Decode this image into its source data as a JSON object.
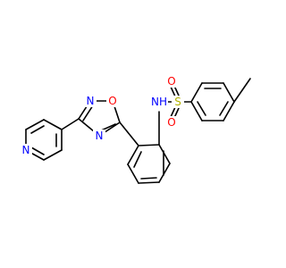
{
  "molecule": {
    "colors": {
      "bond": "#000000",
      "N": "#0000ff",
      "O": "#ff0000",
      "S": "#b2b200"
    },
    "atom_labels": {
      "ring_n_left": "N",
      "oxadiazole_n_top": "N",
      "oxadiazole_o": "O",
      "oxadiazole_n_bottom": "N",
      "nh": "NH",
      "sulfur": "S",
      "sulfonyl_o_top": "O",
      "sulfonyl_o_bottom": "O"
    }
  }
}
